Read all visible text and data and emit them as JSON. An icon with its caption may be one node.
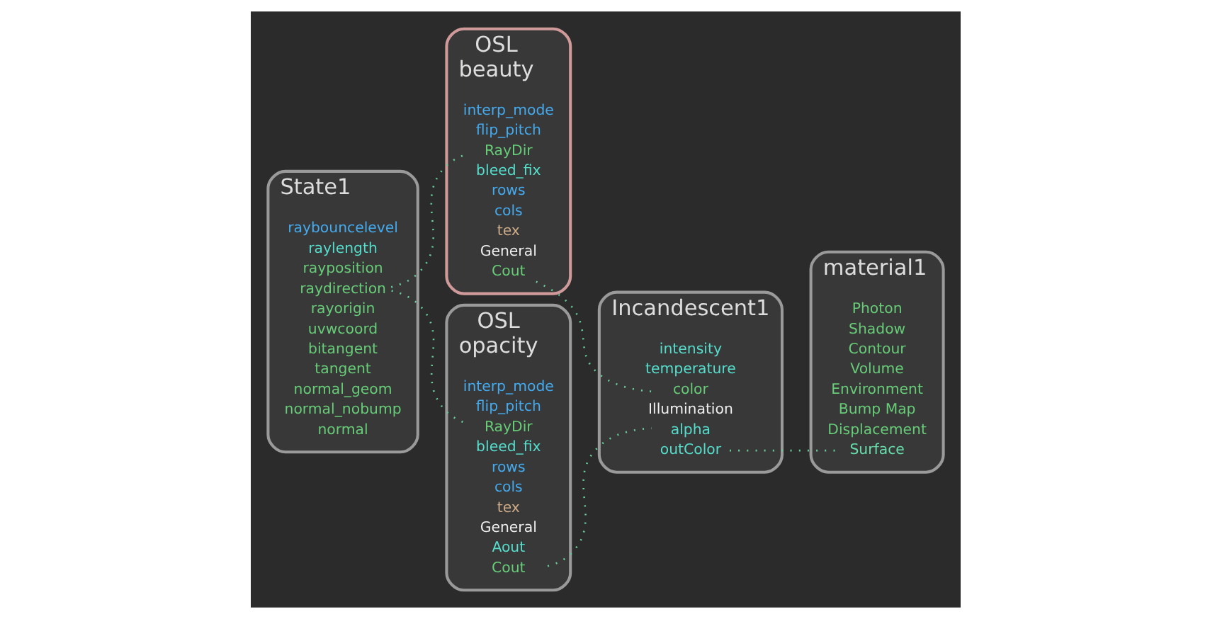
{
  "diagram": {
    "nodes": [
      {
        "text": [
          "State1"
        ]
      },
      {
        "text": [
          "normal"
        ],
        "in": 0
      },
      {
        "text": [
          "normal_nobump"
        ],
        "in": 0
      },
      {
        "text": [
          "normal_geom"
        ],
        "in": 0
      },
      {
        "text": [
          "tangent"
        ],
        "in": 0
      },
      {
        "text": [
          "bitangent"
        ],
        "in": 0
      },
      {
        "text": [
          "uvwcoord"
        ],
        "in": 0
      },
      {
        "text": [
          "rayorigin"
        ],
        "in": 0
      },
      {
        "text": [
          "raydirection"
        ],
        "in": 0
      },
      {
        "text": [
          "rayposition"
        ],
        "in": 0
      },
      {
        "text": [
          "raylength"
        ],
        "in": 0
      },
      {
        "text": [
          "raybouncelevel"
        ],
        "in": 0
      },
      {
        "text": [
          "OSL",
          "beauty"
        ]
      },
      {
        "text": [
          "General"
        ],
        "in": 12
      },
      {
        "text": [
          "tex"
        ],
        "in": 12
      },
      {
        "text": [
          "cols"
        ],
        "in": 12
      },
      {
        "text": [
          "rows"
        ],
        "in": 12
      },
      {
        "text": [
          "bleed_fix"
        ],
        "in": 12
      },
      {
        "text": [
          "RayDir"
        ],
        "in": 12
      },
      {
        "text": [
          "flip_pitch"
        ],
        "in": 12
      },
      {
        "text": [
          "interp_mode"
        ],
        "in": 12
      },
      {
        "text": [
          "Cout"
        ],
        "in": 12
      },
      {
        "text": [
          "OSL",
          "opacity"
        ]
      },
      {
        "text": [
          "General"
        ],
        "in": 22
      },
      {
        "text": [
          "tex"
        ],
        "in": 22
      },
      {
        "text": [
          "cols"
        ],
        "in": 22
      },
      {
        "text": [
          "rows"
        ],
        "in": 22
      },
      {
        "text": [
          "bleed_fix"
        ],
        "in": 22
      },
      {
        "text": [
          "RayDir"
        ],
        "in": 22
      },
      {
        "text": [
          "flip_pitch"
        ],
        "in": 22
      },
      {
        "text": [
          "interp_mode"
        ],
        "in": 22
      },
      {
        "text": [
          "Cout"
        ],
        "in": 22
      },
      {
        "text": [
          "Aout"
        ],
        "in": 22
      },
      {
        "text": [
          "Incandescent1"
        ]
      },
      {
        "text": [
          "Illumination"
        ],
        "in": 33
      },
      {
        "text": [
          "color"
        ],
        "in": 33
      },
      {
        "text": [
          "temperature"
        ],
        "in": 33
      },
      {
        "text": [
          "intensity"
        ],
        "in": 33
      },
      {
        "text": [
          "alpha"
        ],
        "in": 33
      },
      {
        "text": [
          "outColor"
        ],
        "in": 33
      },
      {
        "text": [
          "material1"
        ]
      },
      {
        "text": [
          "Surface"
        ],
        "in": 40
      },
      {
        "text": [
          "Displacement"
        ],
        "in": 40
      },
      {
        "text": [
          "Bump Map"
        ],
        "in": 40
      },
      {
        "text": [
          "Environment"
        ],
        "in": 40
      },
      {
        "text": [
          "Volume"
        ],
        "in": 40
      },
      {
        "text": [
          "Contour"
        ],
        "in": 40
      },
      {
        "text": [
          "Shadow"
        ],
        "in": 40
      },
      {
        "text": [
          "Photon"
        ],
        "in": 40
      }
    ],
    "edges": [
      {
        "from": 8,
        "to": 18,
        "arrow": "none",
        "style": "dashed"
      },
      {
        "from": 8,
        "to": 28,
        "arrow": "none",
        "style": "dashed"
      },
      {
        "from": 21,
        "to": 35,
        "arrow": "none",
        "style": "dashed"
      },
      {
        "from": 31,
        "to": 38,
        "arrow": "none",
        "style": "dashed"
      },
      {
        "from": 39,
        "to": 41,
        "arrow": "none",
        "style": "dashed"
      }
    ]
  }
}
